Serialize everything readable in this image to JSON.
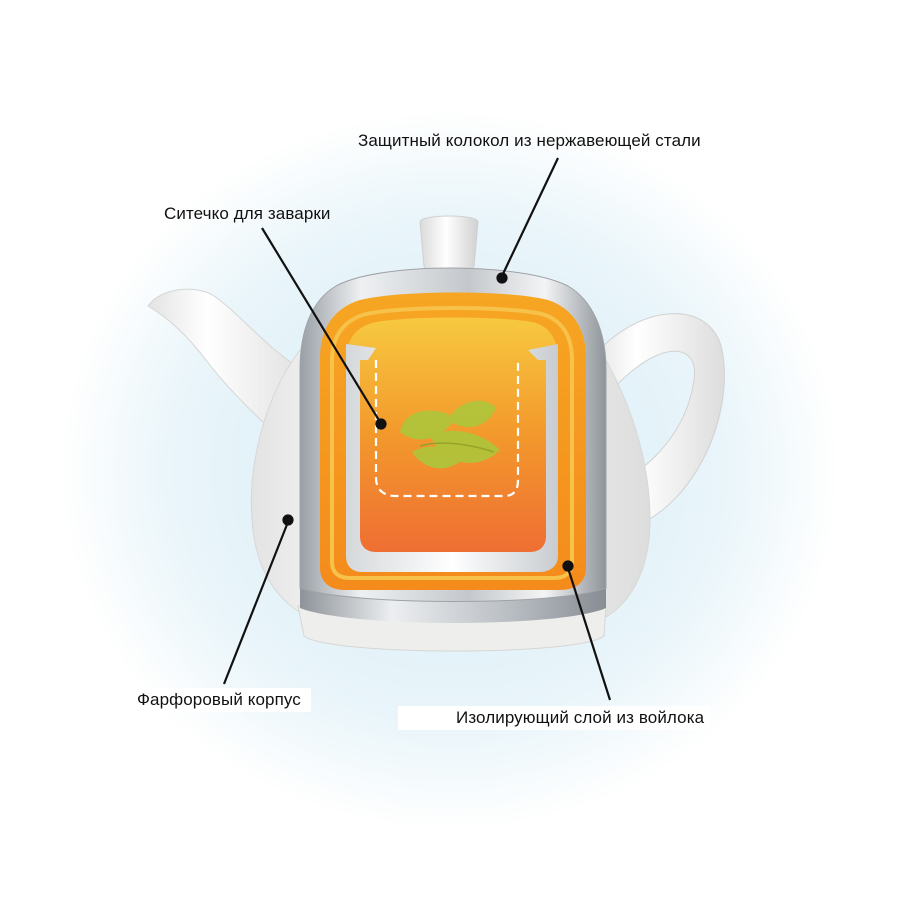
{
  "labels": {
    "bell": "Защитный колокол из нержавеющей стали",
    "strainer": "Ситечко для заварки",
    "body": "Фарфоровый корпус",
    "felt": "Изолирующий слой из войлока"
  },
  "colors": {
    "background_glow": "#dceef7",
    "porcelain": "#f4f4f2",
    "steel": "#c9cdd1",
    "felt_orange": "#f7a021",
    "tea_top": "#f5c53a",
    "tea_bottom": "#ef6b33",
    "leaf": "#a7c83a",
    "leader_line": "#111111"
  },
  "icons": [
    "leaf-icon"
  ]
}
